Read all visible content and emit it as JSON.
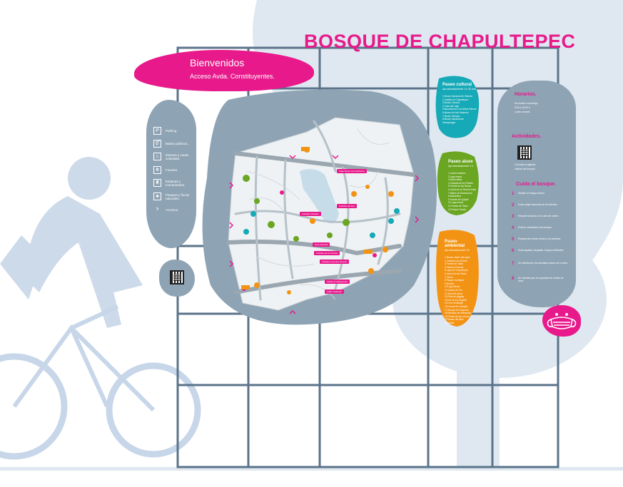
{
  "title": "BOSQUE DE CHAPULTEPEC",
  "colors": {
    "brand": "#e8198b",
    "grid": "#5b738a",
    "blob": "#8ea3b4",
    "teal": "#16a9b7",
    "green": "#6aa621",
    "orange": "#f39313",
    "background_tree": "#dfe8f0",
    "cyclist": "#c7d6e8"
  },
  "welcome": {
    "title": "Bienvenidos",
    "subtitle": "Acceso Avda. Constituyentes."
  },
  "legend": [
    {
      "icon": "parking-icon",
      "glyph": "P",
      "label": "Parking."
    },
    {
      "icon": "restroom-icon",
      "glyph": "⚥",
      "label": "Baños públicos."
    },
    {
      "icon": "monument-icon",
      "glyph": "⌂",
      "label": "Museos y casas culturales."
    },
    {
      "icon": "fountain-icon",
      "glyph": "⩩",
      "label": "Fuentes."
    },
    {
      "icon": "statue-icon",
      "glyph": "♜",
      "label": "Estatuas y monumentos."
    },
    {
      "icon": "tree-icon",
      "glyph": "♣",
      "label": "Parques y fincas naturales."
    },
    {
      "icon": "access-icon",
      "glyph": "›",
      "label": "Accesos."
    }
  ],
  "routes": {
    "cultural": {
      "title": "Paseo cultural",
      "subtitle": "Aproximadamente 1 h 30 min",
      "items": [
        "1 Museo Nacional de Historia",
        "2 Castillo de Chapultepec",
        "3 Museo Caracol",
        "4 Casa del Lago",
        "5 Monumento a los Niños Héroes",
        "6 Museo de Arte Moderno",
        "7 Museo Tamayo",
        "8 Museo Nacional de Antropología"
      ]
    },
    "nature": {
      "title": "Paseo aluxe",
      "subtitle": "Aproximadamente 2 h",
      "items": [
        "1 Jardín botánico",
        "2 Lago mayor",
        "3 Ahuehuetes",
        "4 Calzada de los Poetas",
        "5 Fuente de las Ranas",
        "6 Jardín de la Tercera Edad",
        "7 Baños de Moctezuma",
        "8 Audiorama",
        "9 Fuente del Quijote",
        "10 Lago menor",
        "11 Fuente de Tláloc",
        "12 Parque Tarzán"
      ]
    },
    "ambient": {
      "title": "Paseo ambiental",
      "subtitle": "Aproximadamente 3 h",
      "items": [
        "1 Museo Jardín del Agua",
        "2 Cárcamo de Dolores",
        "3 Fuente de Tláloc",
        "4 Panteón Dolores",
        "5 Lago de Chapultepec",
        "6 Jardín de las Flores",
        "7 Vivero",
        "8 Parque ecológico",
        "9 Mirador",
        "10 Lago Menor",
        "11 Campo de Tiro",
        "12 Zona de picnic",
        "13 Pista de jogging",
        "14 Río de los Ángeles",
        "15 Foro Lindbergh",
        "16 Fuente de Xochipilli",
        "17 Bosque de Tlaxpana",
        "18 Mercado de artesanías",
        "19 Puerta de los Leones",
        "20 Museo del Niño",
        "21 Salida"
      ]
    }
  },
  "info": {
    "hours_title": "Horarios.",
    "hours_text": [
      "De martes a domingo",
      "5:00 a 18:00 h",
      "Lunes cerrado"
    ],
    "activities_title": "Actividades.",
    "activities_text": [
      "Consulta la agenda",
      "cultural del bosque"
    ],
    "rules_title": "Cuida el bosque.",
    "rules": [
      {
        "n": "1",
        "text": "Mantén el bosque limpio."
      },
      {
        "n": "2",
        "text": "Evita colgar hamacas de los árboles."
      },
      {
        "n": "3",
        "text": "Respeta la fauna, no la des de comer."
      },
      {
        "n": "4",
        "text": "Evita el vandalismo del bosque."
      },
      {
        "n": "5",
        "text": "Respeta las áreas verdes y los jardines."
      },
      {
        "n": "6",
        "text": "Evita fogatas, bengalas, fuegos artificiales."
      },
      {
        "n": "7",
        "text": "Se solicita que los animales vayan con correa."
      },
      {
        "n": "8",
        "text": "Se solicitan que los aparatos de sonido se usen."
      }
    ]
  },
  "map_labels": [
    "Calle Paseo de la Reforma",
    "Calzada Chivatito",
    "Calzada del Rey",
    "Gran Avenida",
    "Calzada de los Poetas",
    "Calzada Juventud Heroica",
    "Salida Constituyentes",
    "Calle Lindbergh"
  ]
}
